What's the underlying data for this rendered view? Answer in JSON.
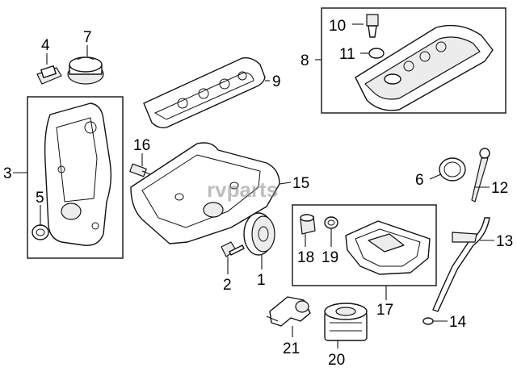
{
  "callouts": {
    "c1": "1",
    "c2": "2",
    "c3": "3",
    "c4": "4",
    "c5": "5",
    "c6": "6",
    "c7": "7",
    "c8": "8",
    "c9": "9",
    "c10": "10",
    "c11": "11",
    "c12": "12",
    "c13": "13",
    "c14": "14",
    "c15": "15",
    "c16": "16",
    "c17": "17",
    "c18": "18",
    "c19": "19",
    "c20": "20",
    "c21": "21"
  },
  "watermark": "rvparts"
}
